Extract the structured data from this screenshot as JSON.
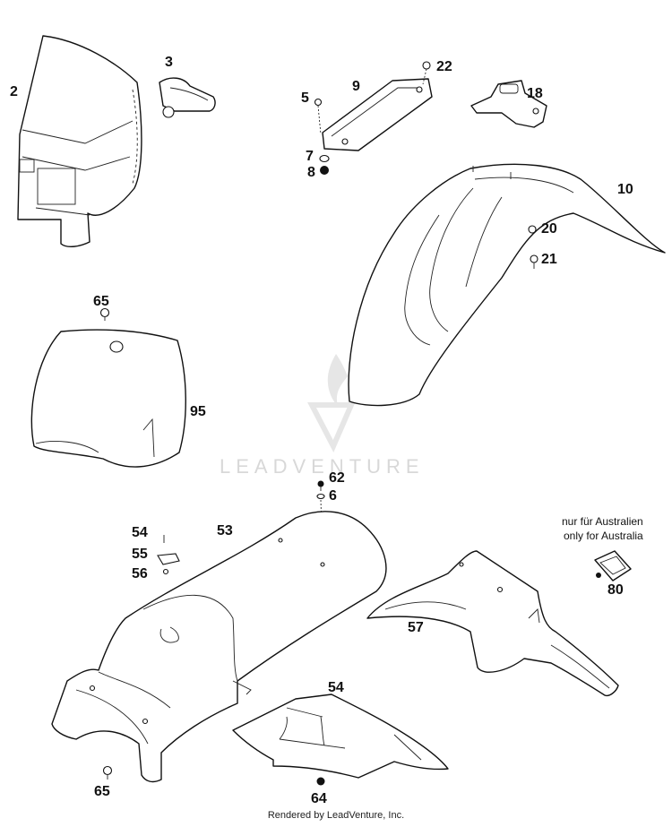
{
  "callouts": {
    "c2": "2",
    "c3": "3",
    "c5": "5",
    "c9": "9",
    "c22": "22",
    "c18": "18",
    "c7": "7",
    "c8": "8",
    "c10": "10",
    "c20": "20",
    "c21": "21",
    "c65a": "65",
    "c95": "95",
    "c62": "62",
    "c6": "6",
    "c54a": "54",
    "c53": "53",
    "c55": "55",
    "c56": "56",
    "c57": "57",
    "c80": "80",
    "c54b": "54",
    "c65b": "65",
    "c64": "64"
  },
  "note": {
    "line1": "nur für Australien",
    "line2": "only for Australia"
  },
  "watermark": "LEADVENTURE",
  "footer": "Rendered by LeadVenture, Inc."
}
